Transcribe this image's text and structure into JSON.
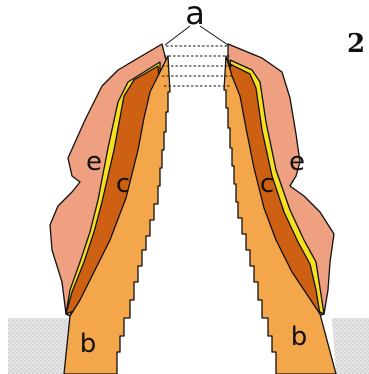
{
  "figure_number": "2",
  "labels": {
    "a": "a",
    "b": "b",
    "c": "c",
    "e": "e"
  },
  "colors": {
    "e_layer": "#eea080",
    "yellow_layer": "#f7e11e",
    "c_layer": "#cd6012",
    "b_layer": "#f4a64a",
    "ground": "#e4e4e4",
    "outline": "#111111"
  }
}
